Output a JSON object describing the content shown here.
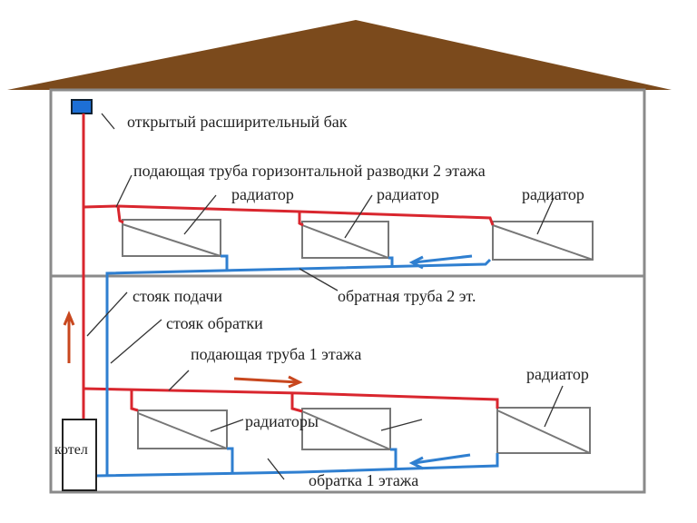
{
  "colors": {
    "roof": "#7b4a1c",
    "wall": "#8a8a8a",
    "supply": "#d9262e",
    "return": "#2f7fd0",
    "arrow_supply": "#c8471e",
    "tank": "#1d6fd6"
  },
  "labels": {
    "tank": "открытый расширительный бак",
    "supply_floor2": "подающая труба горизонтальной разводки 2 этажа",
    "radiator_2a": "радиатор",
    "radiator_2b": "радиатор",
    "radiator_2c": "радиатор",
    "return_floor2": "обратная труба 2 эт.",
    "supply_riser": "стояк подачи",
    "return_riser": "стояк обратки",
    "supply_floor1": "подающая труба 1 этажа",
    "radiator_1c": "радиатор",
    "radiators_1": "радиаторы",
    "boiler": "котел",
    "return_floor1": "обратка 1 этажа"
  }
}
